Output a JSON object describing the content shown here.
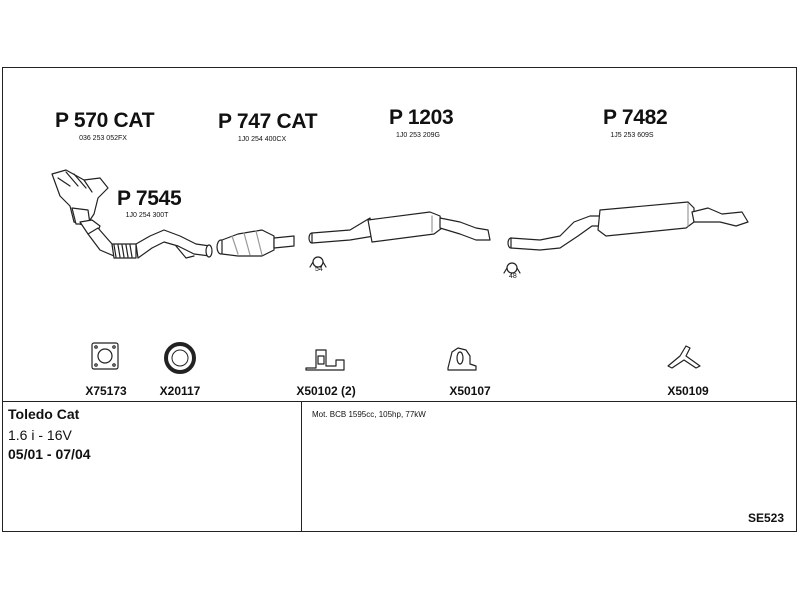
{
  "parts": [
    {
      "number": "P 570 CAT",
      "oem": "036 253 052FX"
    },
    {
      "number": "P 747 CAT",
      "oem": "1J0 254 400CX"
    },
    {
      "number": "P 1203",
      "oem": "1J0 253 209G"
    },
    {
      "number": "P 7482",
      "oem": "1J5 253 609S"
    },
    {
      "number": "P 7545",
      "oem": "1J0 254 300T"
    }
  ],
  "clamps": [
    {
      "number": "54"
    },
    {
      "number": "48"
    }
  ],
  "kits": [
    {
      "code": "X75173",
      "icon": "flange-gasket-icon"
    },
    {
      "code": "X20117",
      "icon": "ring-gasket-icon"
    },
    {
      "code": "X50102 (2)",
      "icon": "rubber-mount-icon"
    },
    {
      "code": "X50107",
      "icon": "rubber-hanger-icon"
    },
    {
      "code": "X50109",
      "icon": "y-hanger-icon"
    }
  ],
  "vehicle": {
    "name": "Toledo Cat",
    "engine": "1.6 i - 16V",
    "years": "05/01 - 07/04"
  },
  "engine_spec": "Mot. BCB 1595cc, 105hp, 77kW",
  "sheet_code": "SE523",
  "colors": {
    "line": "#222222",
    "fill": "#ffffff",
    "shade": "#9a9a9a"
  }
}
